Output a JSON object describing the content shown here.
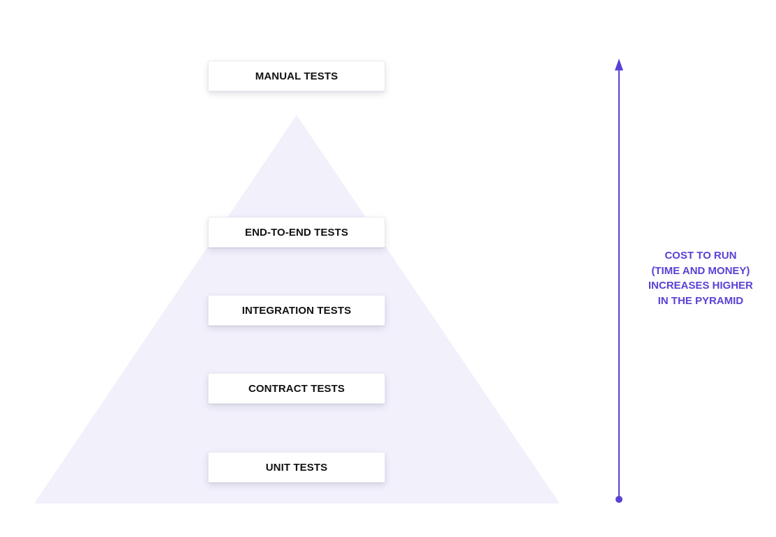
{
  "colors": {
    "pyramid_fill": "#f1f0fb",
    "accent": "#5b40d6",
    "box_text": "#111111",
    "box_background": "#ffffff"
  },
  "boxes": {
    "manual": "MANUAL TESTS",
    "end_to_end": "END-TO-END TESTS",
    "integration": "INTEGRATION TESTS",
    "contract": "CONTRACT TESTS",
    "unit": "UNIT TESTS"
  },
  "cost_annotation": {
    "lines": [
      "COST TO RUN",
      "(TIME AND MONEY)",
      "INCREASES HIGHER",
      "IN THE PYRAMID"
    ]
  },
  "arrow": {
    "direction": "up",
    "icon": "arrow-up-icon"
  }
}
